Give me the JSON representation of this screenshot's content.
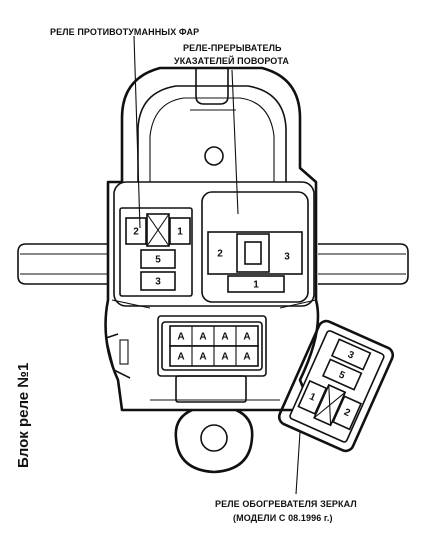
{
  "labels": {
    "fog_relay": "РЕЛЕ ПРОТИВОТУМАННЫХ ФАР",
    "turn_relay_line1": "РЕЛЕ-ПРЕРЫВАТЕЛЬ",
    "turn_relay_line2": "УКАЗАТЕЛЕЙ ПОВОРОТА",
    "mirror_relay_line1": "РЕЛЕ ОБОГРЕВАТЕЛЯ ЗЕРКАЛ",
    "mirror_relay_line2": "(МОДЕЛИ С 08.1996 г.)",
    "side_title": "Блок реле №1"
  },
  "fog_relay_pins": [
    "2",
    "1",
    "5",
    "3"
  ],
  "turn_relay_pins": [
    "2",
    "3",
    "1"
  ],
  "connector_pins": [
    "A",
    "A",
    "A",
    "A",
    "A",
    "A",
    "A",
    "A"
  ],
  "mirror_relay_pins": [
    "3",
    "5",
    "1",
    "2"
  ]
}
